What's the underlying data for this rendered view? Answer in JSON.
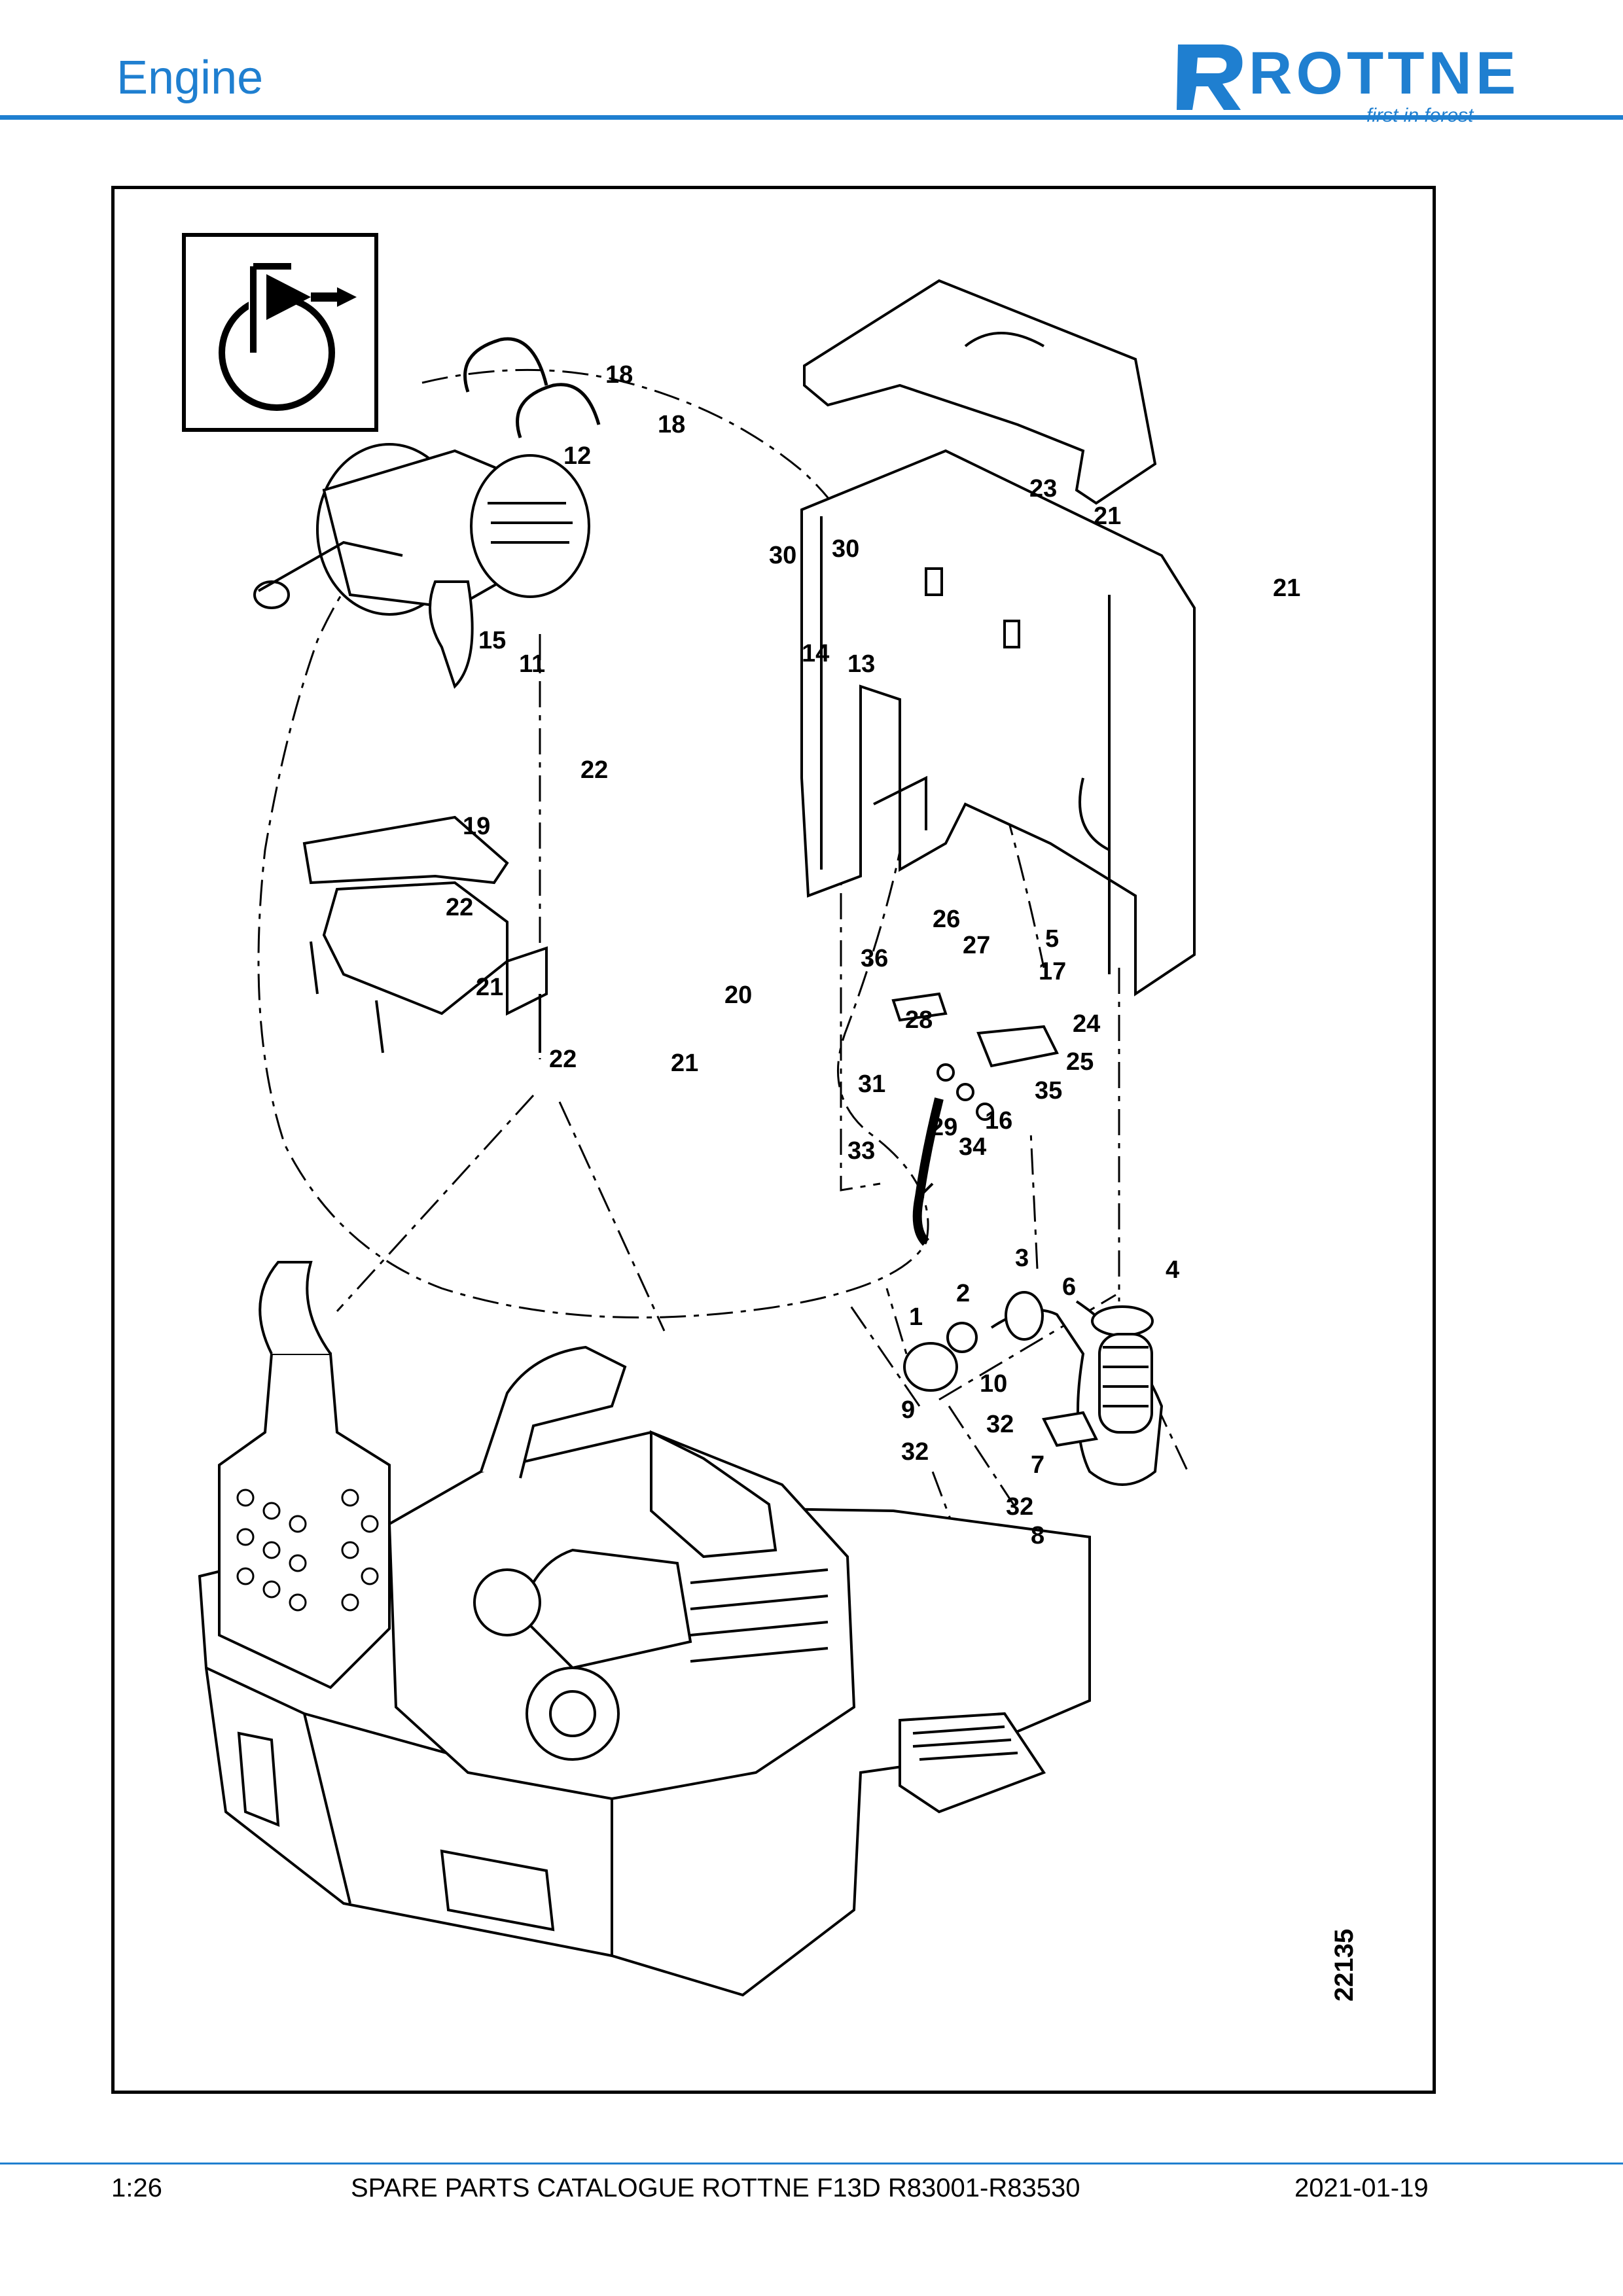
{
  "header": {
    "section_title": "Engine",
    "brand_name": "ROTTNE",
    "brand_tagline": "first in forest",
    "accent_color": "#1f7fd0"
  },
  "diagram": {
    "icon": "engine-symbol-icon",
    "drawing_number": "22135",
    "callouts": [
      "18",
      "18",
      "12",
      "23",
      "21",
      "21",
      "30",
      "30",
      "15",
      "11",
      "14",
      "13",
      "22",
      "19",
      "22",
      "21",
      "20",
      "22",
      "21",
      "26",
      "27",
      "5",
      "36",
      "17",
      "28",
      "24",
      "25",
      "31",
      "35",
      "29",
      "34",
      "16",
      "33",
      "3",
      "4",
      "2",
      "6",
      "1",
      "10",
      "9",
      "32",
      "32",
      "7",
      "32",
      "8"
    ]
  },
  "footer": {
    "page": "1:26",
    "title": "SPARE PARTS CATALOGUE ROTTNE F13D R83001-R83530",
    "date": "2021-01-19"
  }
}
